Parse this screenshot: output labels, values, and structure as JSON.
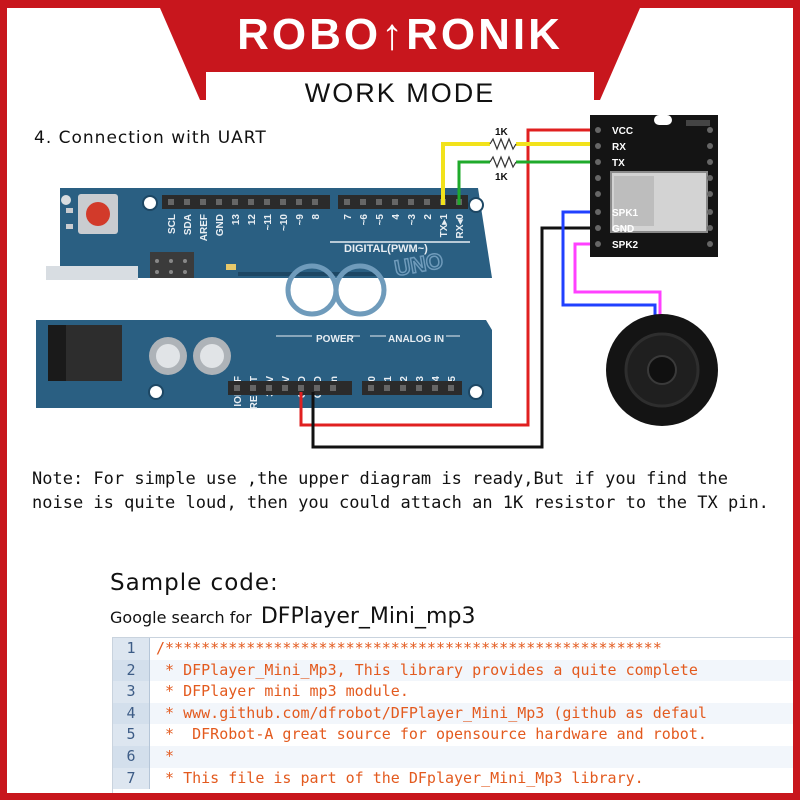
{
  "brand": {
    "name_left": "ROBO",
    "name_right": "RONIK",
    "arrow_glyph": "↑",
    "subtitle": "WORK MODE"
  },
  "colors": {
    "brand_red": "#c8161d",
    "board_blue": "#2a5f82",
    "wire_red": "#e02020",
    "wire_yellow": "#f2e21b",
    "wire_green": "#1faa2b",
    "wire_blue": "#2040ff",
    "wire_magenta": "#ff40ff",
    "code_comment": "#e35a1e"
  },
  "section": {
    "heading": "4. Connection with UART"
  },
  "diagram": {
    "resistor_labels": [
      "1K",
      "1K"
    ],
    "module_pins": [
      "VCC",
      "RX",
      "TX",
      "SPK1",
      "GND",
      "SPK2"
    ],
    "arduino_top": {
      "header_left": [
        "SCL",
        "SDA",
        "AREF",
        "GND",
        "13",
        "12",
        "~11",
        "~10",
        "~9",
        "8"
      ],
      "header_right": [
        "7",
        "~6",
        "~5",
        "4",
        "~3",
        "2",
        "TX▸1",
        "RX◂0"
      ],
      "digital_label": "DIGITAL(PWM~)",
      "logo_text": "UNO"
    },
    "arduino_bottom": {
      "power_label": "POWER",
      "analog_label": "ANALOG IN",
      "power_pins": [
        "IOREF",
        "RESET",
        "3.3V",
        "5V",
        "GND",
        "GND",
        "Vin"
      ],
      "analog_pins": [
        "A0",
        "A1",
        "A2",
        "A3",
        "A4",
        "A5"
      ]
    }
  },
  "note": {
    "text": "Note: For simple use ,the upper diagram is ready,But if you find the noise is quite loud, then you could attach an 1K resistor to the TX pin."
  },
  "sample": {
    "title": "Sample code:",
    "search_label": "Google search for",
    "search_term": "DFPlayer_Mini_mp3"
  },
  "code": {
    "lines": [
      {
        "n": "1",
        "t": "/*******************************************************"
      },
      {
        "n": "2",
        "t": " * DFPlayer_Mini_Mp3, This library provides a quite complete"
      },
      {
        "n": "3",
        "t": " * DFPlayer mini mp3 module."
      },
      {
        "n": "4",
        "t": " * www.github.com/dfrobot/DFPlayer_Mini_Mp3 (github as defaul"
      },
      {
        "n": "5",
        "t": " *  DFRobot-A great source for opensource hardware and robot."
      },
      {
        "n": "6",
        "t": " *"
      },
      {
        "n": "7",
        "t": " * This file is part of the DFplayer_Mini_Mp3 library."
      }
    ]
  }
}
